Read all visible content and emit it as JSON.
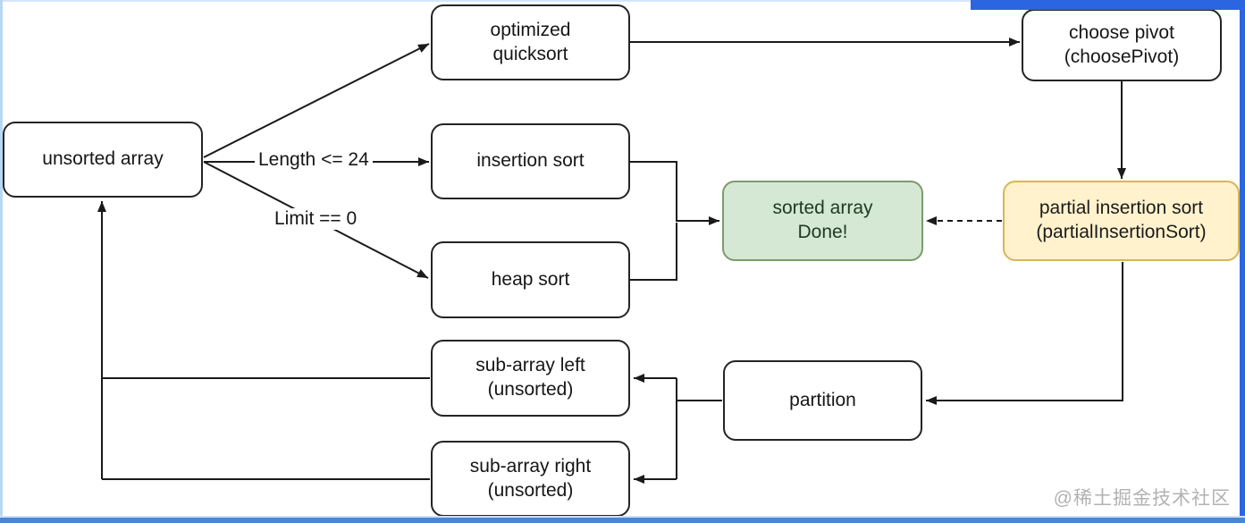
{
  "diagram": {
    "type": "flowchart",
    "subject": "optimized quicksort",
    "nodes": [
      {
        "id": "unsorted-array",
        "label": "unsorted array",
        "fill": "#ffffff",
        "stroke": "#242424"
      },
      {
        "id": "optimized-quicksort",
        "label": "optimized\nquicksort",
        "fill": "#ffffff",
        "stroke": "#242424"
      },
      {
        "id": "choose-pivot",
        "label": "choose pivot\n(choosePivot)",
        "fill": "#ffffff",
        "stroke": "#242424"
      },
      {
        "id": "insertion-sort",
        "label": "insertion sort",
        "fill": "#ffffff",
        "stroke": "#242424"
      },
      {
        "id": "heap-sort",
        "label": "heap sort",
        "fill": "#ffffff",
        "stroke": "#242424"
      },
      {
        "id": "sorted-array",
        "label": "sorted array\nDone!",
        "fill": "#d5e8d4",
        "stroke": "#82b366"
      },
      {
        "id": "partial-insertion-sort",
        "label": "partial insertion sort\n(partialInsertionSort)",
        "fill": "#fff2cc",
        "stroke": "#d6b656"
      },
      {
        "id": "partition",
        "label": "partition",
        "fill": "#ffffff",
        "stroke": "#242424"
      },
      {
        "id": "sub-array-left",
        "label": "sub-array left\n(unsorted)",
        "fill": "#ffffff",
        "stroke": "#242424"
      },
      {
        "id": "sub-array-right",
        "label": "sub-array right\n(unsorted)",
        "fill": "#ffffff",
        "stroke": "#242424"
      }
    ],
    "edges": [
      {
        "from": "unsorted-array",
        "to": "optimized-quicksort",
        "label": "",
        "style": "solid"
      },
      {
        "from": "unsorted-array",
        "to": "insertion-sort",
        "label": "Length <= 24",
        "style": "solid"
      },
      {
        "from": "unsorted-array",
        "to": "heap-sort",
        "label": "Limit == 0",
        "style": "solid"
      },
      {
        "from": "optimized-quicksort",
        "to": "choose-pivot",
        "label": "",
        "style": "solid"
      },
      {
        "from": "choose-pivot",
        "to": "partial-insertion-sort",
        "label": "",
        "style": "solid"
      },
      {
        "from": "partial-insertion-sort",
        "to": "sorted-array",
        "label": "",
        "style": "dashed"
      },
      {
        "from": "insertion-sort",
        "to": "sorted-array",
        "label": "",
        "style": "solid"
      },
      {
        "from": "heap-sort",
        "to": "sorted-array",
        "label": "",
        "style": "solid"
      },
      {
        "from": "partial-insertion-sort",
        "to": "partition",
        "label": "",
        "style": "solid"
      },
      {
        "from": "partition",
        "to": "sub-array-left",
        "label": "",
        "style": "solid"
      },
      {
        "from": "partition",
        "to": "sub-array-right",
        "label": "",
        "style": "solid"
      },
      {
        "from": "sub-array-left",
        "to": "unsorted-array",
        "label": "",
        "style": "solid"
      },
      {
        "from": "sub-array-right",
        "to": "unsorted-array",
        "label": "",
        "style": "solid"
      }
    ],
    "colors": {
      "edge_stroke": "#1a1a1a",
      "node_stroke": "#242424",
      "green_fill": "#d5e8d4",
      "green_stroke": "#82b366",
      "yellow_fill": "#fff2cc",
      "yellow_stroke": "#d6b656",
      "accent_blue": "#2b66e0",
      "frame_blue": "#4a86d8"
    }
  },
  "watermark": {
    "text": "@稀土掘金技术社区"
  }
}
